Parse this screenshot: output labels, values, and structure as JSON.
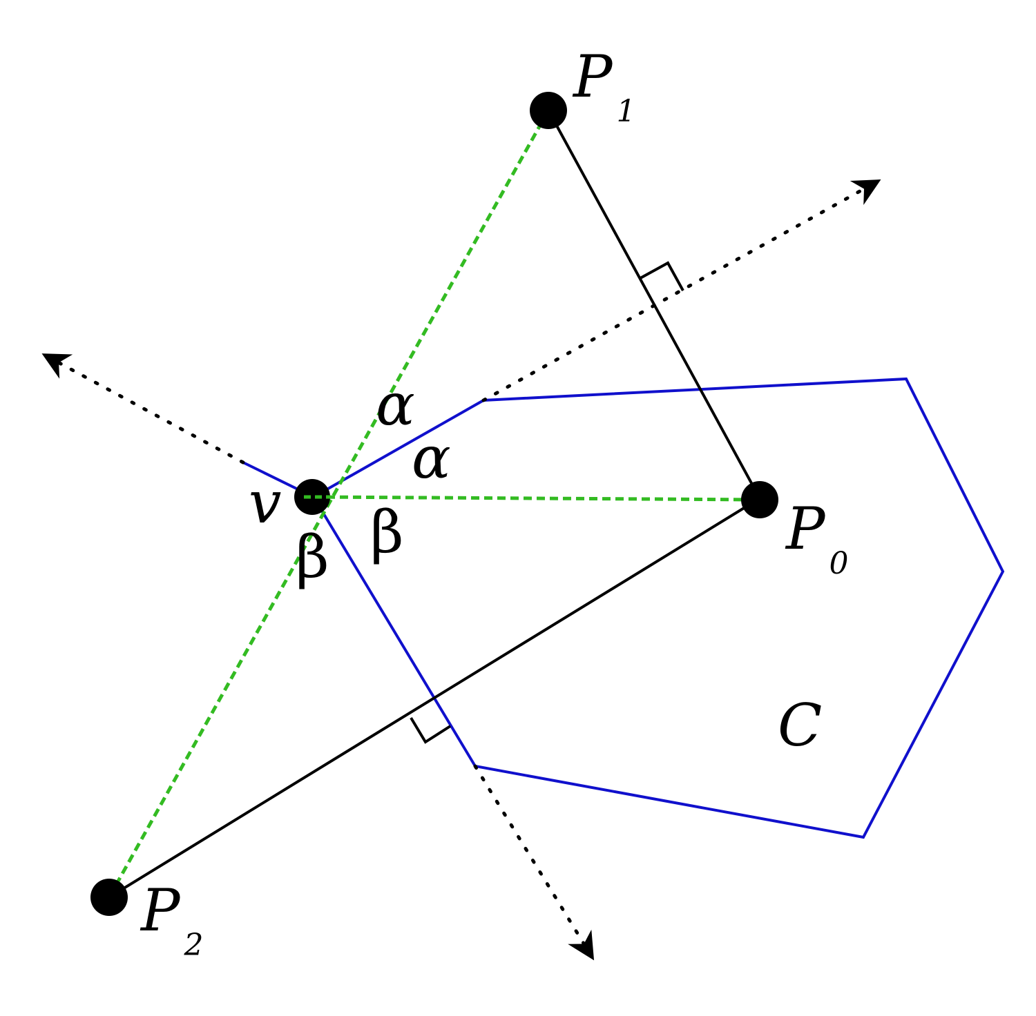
{
  "diagram": {
    "points": {
      "p0": {
        "label": "P",
        "subscript": "0"
      },
      "p1": {
        "label": "P",
        "subscript": "1"
      },
      "p2": {
        "label": "P",
        "subscript": "2"
      },
      "v": {
        "label": "v"
      }
    },
    "region_label": "C",
    "angle_labels": {
      "alpha_upper": "α",
      "alpha_lower": "α",
      "beta_left": "β",
      "beta_right": "β"
    },
    "colors": {
      "region_boundary": "#1010cc",
      "bisector_dashes": "#33bb22",
      "segments": "#000000",
      "points": "#000000"
    }
  }
}
